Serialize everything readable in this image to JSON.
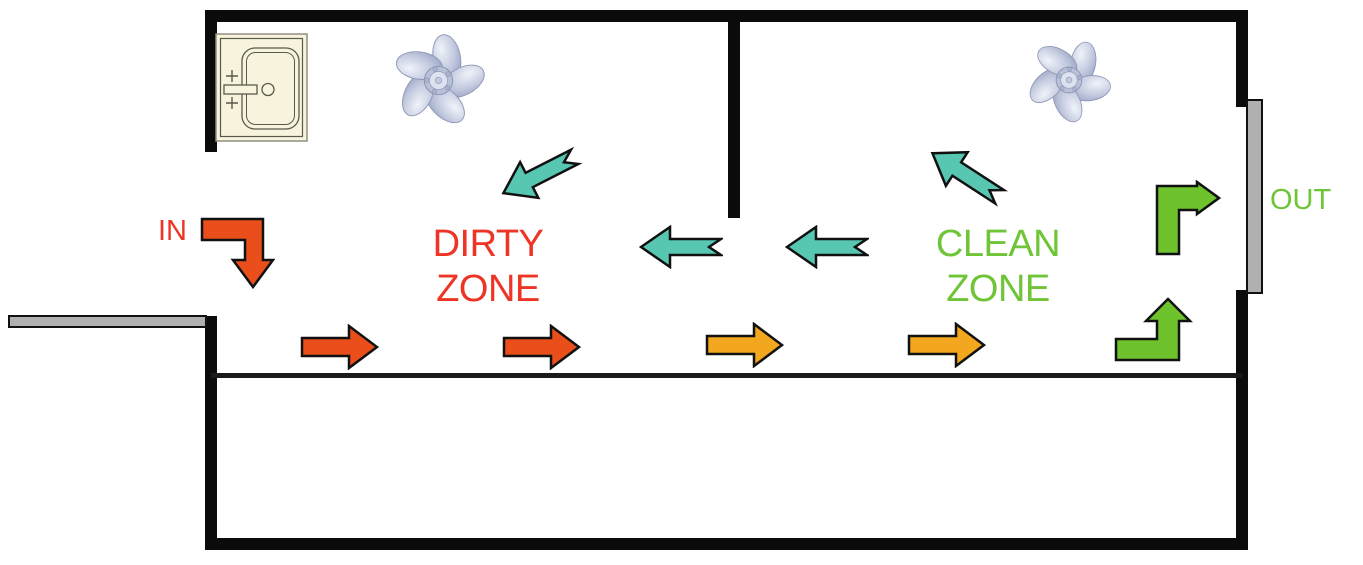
{
  "diagram": {
    "type": "airflow-floor-plan",
    "labels": {
      "in": "IN",
      "out": "OUT",
      "dirty_zone_line1": "DIRTY",
      "dirty_zone_line2": "ZONE",
      "clean_zone_line1": "CLEAN",
      "clean_zone_line2": "ZONE"
    },
    "colors": {
      "dirty_text": "#ee3425",
      "clean_text": "#6fc437",
      "inlet_arrow": "#e94e1b",
      "mid_floor_arrow": "#f2a71e",
      "overhead_return_arrow": "#57c7b2",
      "outlet_arrow": "#6ec32c",
      "wall": "#0b0b0b",
      "door_panel": "#b0b0b0",
      "sink_fill": "#f7f3dc",
      "fan_metal": "#c3cadf"
    },
    "icons": [
      {
        "name": "sink-icon",
        "zone": "dirty"
      },
      {
        "name": "fan-icon",
        "zone": "dirty"
      },
      {
        "name": "fan-icon",
        "zone": "clean"
      }
    ],
    "arrows": [
      {
        "name": "in-flow-arrow",
        "direction": "right-then-down",
        "color": "#e94e1b"
      },
      {
        "name": "dirty-floor-arrow-1",
        "direction": "right",
        "color": "#e94e1b"
      },
      {
        "name": "dirty-floor-arrow-2",
        "direction": "right",
        "color": "#e94e1b"
      },
      {
        "name": "mid-floor-arrow-1",
        "direction": "right",
        "color": "#f2a71e"
      },
      {
        "name": "mid-floor-arrow-2",
        "direction": "right",
        "color": "#f2a71e"
      },
      {
        "name": "overhead-return-arrow-1",
        "direction": "up-left",
        "color": "#57c7b2"
      },
      {
        "name": "overhead-return-arrow-2",
        "direction": "left",
        "color": "#57c7b2"
      },
      {
        "name": "overhead-return-arrow-3",
        "direction": "left",
        "color": "#57c7b2"
      },
      {
        "name": "overhead-return-arrow-4",
        "direction": "down-left",
        "color": "#57c7b2"
      },
      {
        "name": "out-flow-arrow-upper",
        "direction": "up-then-right",
        "color": "#6ec32c"
      },
      {
        "name": "out-flow-arrow-lower",
        "direction": "right-then-up",
        "color": "#6ec32c"
      }
    ]
  }
}
